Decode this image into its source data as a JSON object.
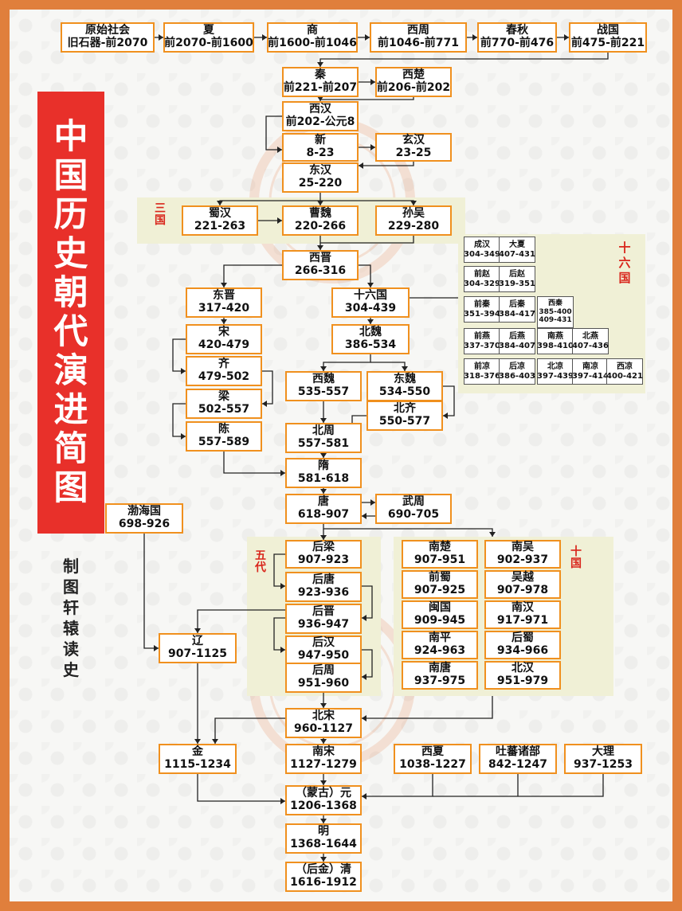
{
  "title": "中国历史朝代演进简图",
  "credit": "制图　轩辕读史",
  "panels": {
    "sanguo": "三国",
    "wudai": "五代",
    "shiguo": "十国",
    "shiliuguo": "十六国"
  },
  "dynasties": {
    "primitive": {
      "name": "原始社会",
      "years": "旧石器-前2070"
    },
    "xia": {
      "name": "夏",
      "years": "前2070-前1600"
    },
    "shang": {
      "name": "商",
      "years": "前1600-前1046"
    },
    "xizhou": {
      "name": "西周",
      "years": "前1046-前771"
    },
    "chunqiu": {
      "name": "春秋",
      "years": "前770-前476"
    },
    "zhanguo": {
      "name": "战国",
      "years": "前475-前221"
    },
    "qin": {
      "name": "秦",
      "years": "前221-前207"
    },
    "xichu": {
      "name": "西楚",
      "years": "前206-前202"
    },
    "xihan": {
      "name": "西汉",
      "years": "前202-公元8"
    },
    "xin": {
      "name": "新",
      "years": "8-23"
    },
    "xuanhan": {
      "name": "玄汉",
      "years": "23-25"
    },
    "donghan": {
      "name": "东汉",
      "years": "25-220"
    },
    "shuhan": {
      "name": "蜀汉",
      "years": "221-263"
    },
    "caowei": {
      "name": "曹魏",
      "years": "220-266"
    },
    "sunwu": {
      "name": "孙吴",
      "years": "229-280"
    },
    "xijin": {
      "name": "西晋",
      "years": "266-316"
    },
    "dongjin": {
      "name": "东晋",
      "years": "317-420"
    },
    "shiliuguo": {
      "name": "十六国",
      "years": "304-439"
    },
    "song_s": {
      "name": "宋",
      "years": "420-479"
    },
    "qi_s": {
      "name": "齐",
      "years": "479-502"
    },
    "liang_s": {
      "name": "梁",
      "years": "502-557"
    },
    "chen": {
      "name": "陈",
      "years": "557-589"
    },
    "beiwei": {
      "name": "北魏",
      "years": "386-534"
    },
    "xiwei": {
      "name": "西魏",
      "years": "535-557"
    },
    "dongwei": {
      "name": "东魏",
      "years": "534-550"
    },
    "beiqi": {
      "name": "北齐",
      "years": "550-577"
    },
    "beizhou": {
      "name": "北周",
      "years": "557-581"
    },
    "sui": {
      "name": "隋",
      "years": "581-618"
    },
    "tang": {
      "name": "唐",
      "years": "618-907"
    },
    "wuzhou": {
      "name": "武周",
      "years": "690-705"
    },
    "bohai": {
      "name": "渤海国",
      "years": "698-926"
    },
    "houliang": {
      "name": "后梁",
      "years": "907-923"
    },
    "houtang": {
      "name": "后唐",
      "years": "923-936"
    },
    "houjin": {
      "name": "后晋",
      "years": "936-947"
    },
    "houhan": {
      "name": "后汉",
      "years": "947-950"
    },
    "houzhou": {
      "name": "后周",
      "years": "951-960"
    },
    "liao": {
      "name": "辽",
      "years": "907-1125"
    },
    "beisong": {
      "name": "北宋",
      "years": "960-1127"
    },
    "jin": {
      "name": "金",
      "years": "1115-1234"
    },
    "nansong": {
      "name": "南宋",
      "years": "1127-1279"
    },
    "xixia": {
      "name": "西夏",
      "years": "1038-1227"
    },
    "tubo": {
      "name": "吐蕃诸部",
      "years": "842-1247"
    },
    "dali": {
      "name": "大理",
      "years": "937-1253"
    },
    "yuan": {
      "name": "（蒙古）元",
      "years": "1206-1368"
    },
    "ming": {
      "name": "明",
      "years": "1368-1644"
    },
    "qing": {
      "name": "（后金）清",
      "years": "1616-1912"
    },
    "nanchu": {
      "name": "南楚",
      "years": "907-951"
    },
    "nanwu": {
      "name": "南吴",
      "years": "902-937"
    },
    "qianshu": {
      "name": "前蜀",
      "years": "907-925"
    },
    "wuyue": {
      "name": "吴越",
      "years": "907-978"
    },
    "minguo": {
      "name": "闽国",
      "years": "909-945"
    },
    "nanhan": {
      "name": "南汉",
      "years": "917-971"
    },
    "nanping": {
      "name": "南平",
      "years": "924-963"
    },
    "houshu": {
      "name": "后蜀",
      "years": "934-966"
    },
    "nantang": {
      "name": "南唐",
      "years": "937-975"
    },
    "beihan": {
      "name": "北汉",
      "years": "951-979"
    }
  },
  "sixteen_kingdoms": [
    {
      "name": "成汉",
      "years": "304-349"
    },
    {
      "name": "大夏",
      "years": "407-431"
    },
    {
      "name": "前赵",
      "years": "304-329"
    },
    {
      "name": "后赵",
      "years": "319-351"
    },
    {
      "name": "前秦",
      "years": "351-394"
    },
    {
      "name": "后秦",
      "years": "384-417"
    },
    {
      "name": "西秦",
      "years": "385-400"
    },
    {
      "name": "前燕",
      "years": "337-370"
    },
    {
      "name": "后燕",
      "years": "384-407"
    },
    {
      "name": "南燕",
      "years": "398-410"
    },
    {
      "name": "北燕",
      "years": "407-436"
    },
    {
      "name": "前凉",
      "years": "318-376"
    },
    {
      "name": "后凉",
      "years": "386-403"
    },
    {
      "name": "北凉",
      "years": "397-439"
    },
    {
      "name": "南凉",
      "years": "397-414"
    },
    {
      "name": "西凉",
      "years": "400-421"
    }
  ],
  "xiqin_extra_years": "409-431",
  "watermark_seal": "轩辕读史",
  "colors": {
    "frame": "#e07f3c",
    "box_border": "#f0901e",
    "banner": "#e8302a",
    "panel": "#f0f0d6",
    "label": "#d9261c"
  }
}
